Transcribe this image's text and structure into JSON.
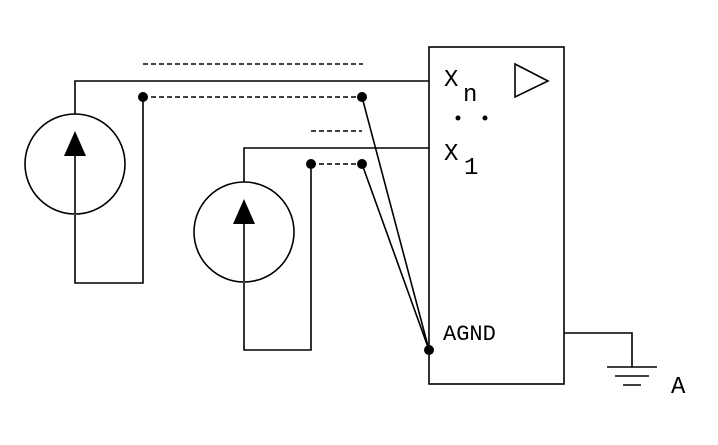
{
  "block": {
    "input_n_label": "X",
    "input_n_subscript": "n",
    "ellipsis": ". .",
    "input_1_label": "X",
    "input_1_subscript": "1",
    "ground_pin_label": "AGND"
  },
  "ground": {
    "label": "A"
  },
  "icons": {
    "amplifier": "triangle-amplifier-icon",
    "current_source": "circle-arrow-source-icon",
    "ground": "ground-symbol-icon"
  }
}
